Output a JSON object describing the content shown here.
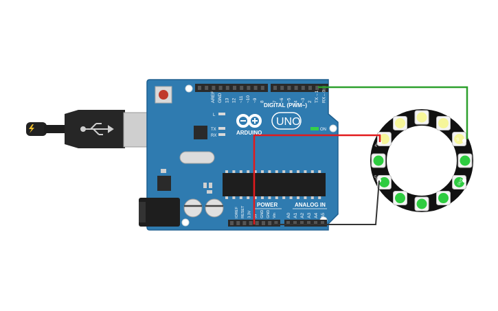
{
  "board": {
    "uno_label": "UNO",
    "arduino_label": "ARDUINO",
    "digital_header_label": "DIGITAL (PWM~)",
    "power_label": "POWER",
    "analog_label": "ANALOG IN",
    "on_label": "ON",
    "l_label": "L",
    "tx_label": "TX",
    "rx_label": "RX",
    "digital_pins": [
      "AREF",
      "GND",
      "13",
      "12",
      "~11",
      "~10",
      "~9",
      "8",
      "7",
      "~6",
      "~5",
      "4",
      "~3",
      "2",
      "TX→1",
      "RX←0"
    ],
    "power_pins": [
      "IOREF",
      "RESET",
      "3.3V",
      "5V",
      "GND",
      "GND",
      "Vin"
    ],
    "analog_pins": [
      "A0",
      "A1",
      "A2",
      "A3",
      "A4",
      "A5"
    ]
  },
  "ring": {
    "pin_labels": [
      "PWR",
      "GND",
      "IN",
      "OUT"
    ],
    "pixel_colors": [
      "#f6f69a",
      "#f6f69a",
      "#f6f69a",
      "#f6f69a",
      "#f6f69a",
      "#2ecc40",
      "#2ecc40",
      "#2ecc40",
      "#2ecc40",
      "#2ecc40",
      "#2ecc40",
      "#2ecc40"
    ]
  },
  "wires": {
    "signal_color": "#2ca02c",
    "power_color": "#e31a1c",
    "ground_color": "#333333"
  },
  "colors": {
    "board": "#2f7bb0",
    "board_dark": "#1f5f8f",
    "header": "#2a2a2a",
    "ring": "#111111"
  }
}
